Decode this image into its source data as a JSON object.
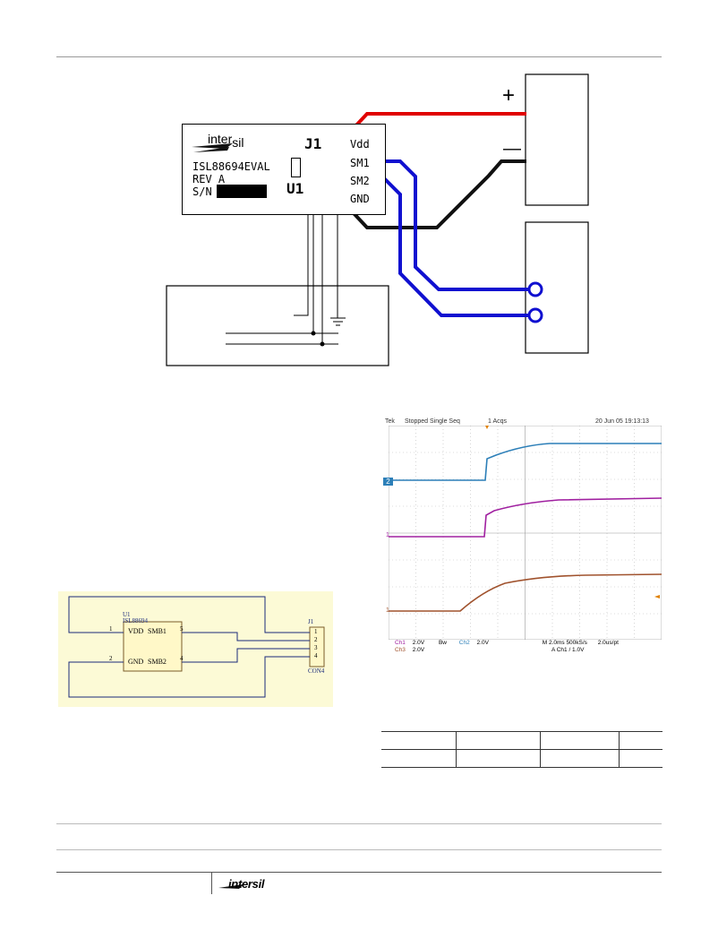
{
  "board": {
    "logo_prefix": "inter",
    "logo_suffix": "sil",
    "model": "ISL88694EVAL",
    "rev": "REV A",
    "sn": "S/N",
    "j1": "J1",
    "u1": "U1",
    "pins": [
      "Vdd",
      "SM1",
      "SM2",
      "GND"
    ]
  },
  "supply": {
    "plus": "+",
    "minus": "—"
  },
  "scope": {
    "brand": "Tek",
    "mode": "Stopped  Single Seq",
    "acqs": "1 Acqs",
    "date": "20 Jun 05 19:13:13",
    "ch_markers": [
      "2",
      "1",
      "1"
    ],
    "trace_colors": {
      "ch_blue": "#2c7fb8",
      "ch_purple": "#a020a0",
      "ch_brown": "#a0522d"
    },
    "footer_line1": [
      "Ch1",
      "2.0V",
      "Bw",
      "Ch2",
      "2.0V",
      "M 2.0ms 500kS/s",
      "2.0us/pt"
    ],
    "footer_line2": [
      "Ch3",
      "2.0V",
      "A  Ch1  /  1.0V"
    ]
  },
  "schematic": {
    "u1_ref": "U1",
    "u1_part": "ISL88694",
    "pin_vdd": "VDD",
    "pin_smb1": "SMB1",
    "pin_gnd": "GND",
    "pin_smb2": "SMB2",
    "pin1": "1",
    "pin2": "2",
    "pin5": "5",
    "pin4": "4",
    "j1_ref": "J1",
    "con_pins": [
      "1",
      "2",
      "3",
      "4"
    ],
    "con_name": "CON4"
  },
  "footer": {
    "logo": "intersil"
  }
}
